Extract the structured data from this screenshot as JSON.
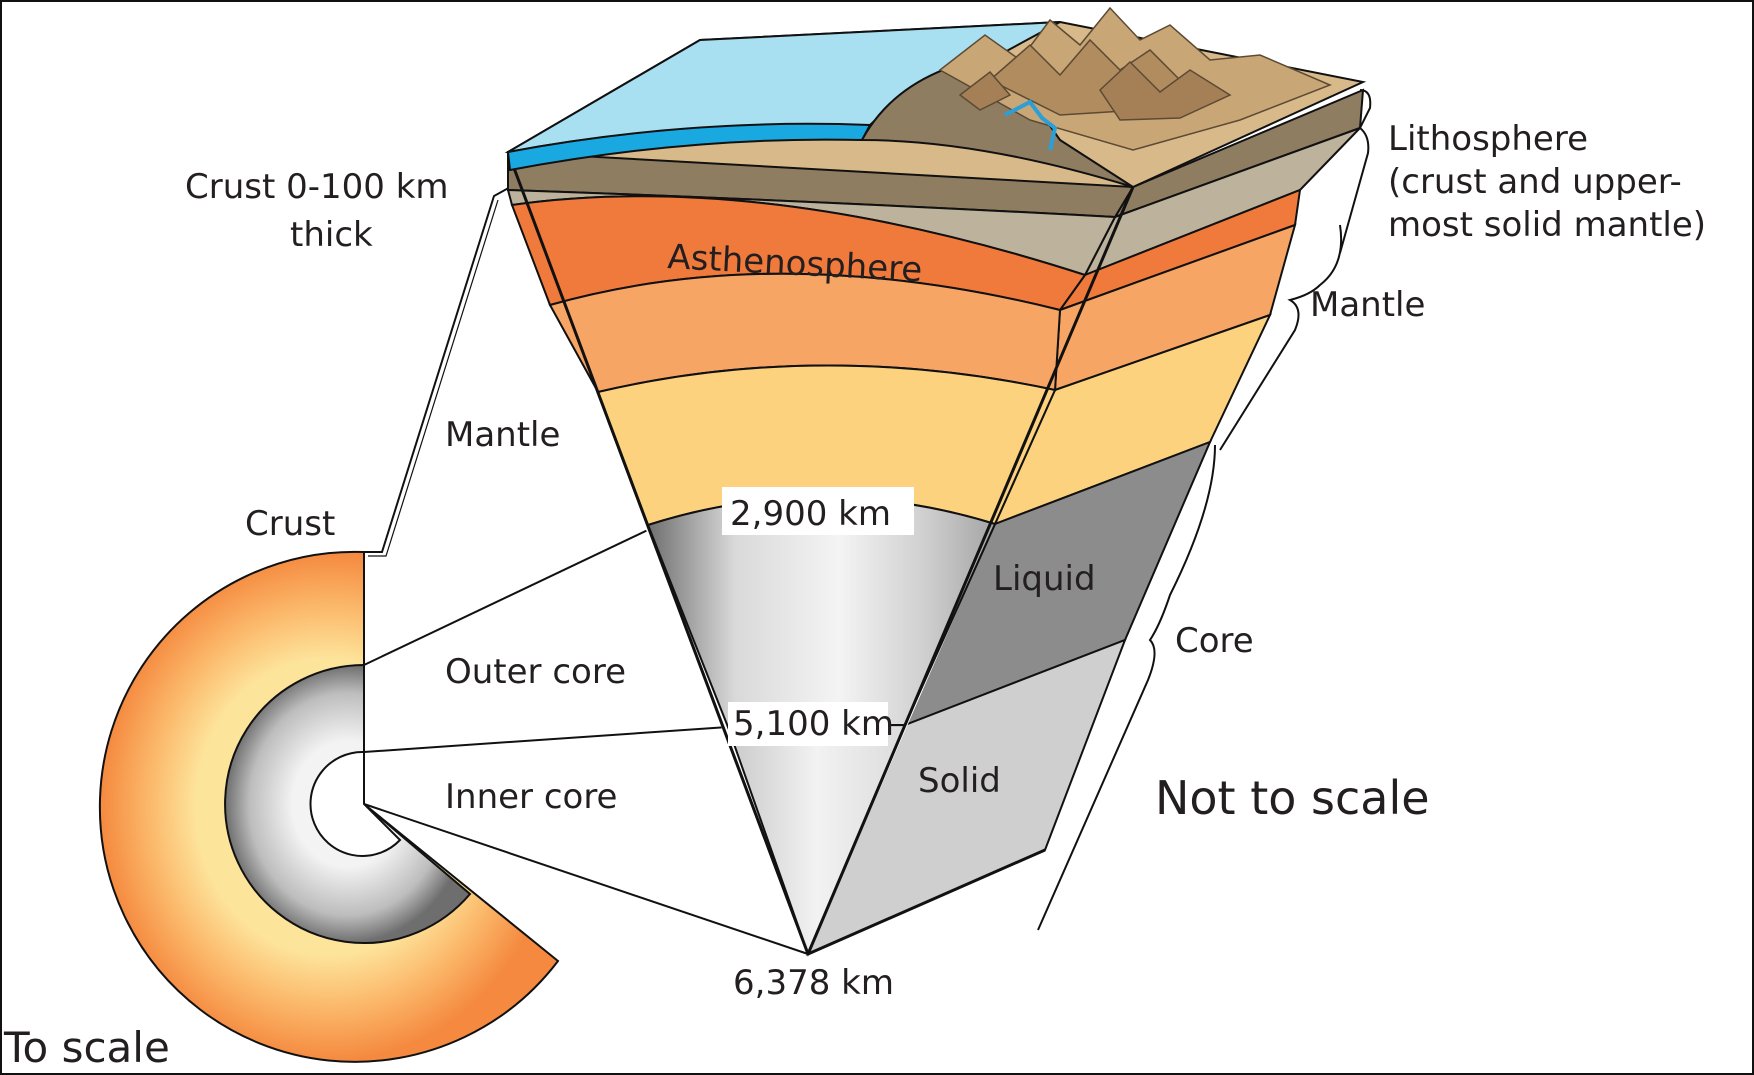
{
  "labels": {
    "crust_thickness_line1": "Crust 0-100 km",
    "crust_thickness_line2": "thick",
    "lithosphere_line1": "Lithosphere",
    "lithosphere_line2": "(crust and upper-",
    "lithosphere_line3": "most solid mantle)",
    "asthenosphere": "Asthenosphere",
    "mantle_right": "Mantle",
    "mantle_left": "Mantle",
    "crust_left": "Crust",
    "depth_2900": "2,900 km",
    "liquid": "Liquid",
    "core": "Core",
    "outer_core": "Outer core",
    "depth_5100": "5,100 km",
    "inner_core": "Inner core",
    "solid": "Solid",
    "not_to_scale": "Not to scale",
    "depth_6378": "6,378 km",
    "to_scale": "To scale"
  },
  "colors": {
    "ocean": "#a8e0f2",
    "ocean_edge": "#1aa8e0",
    "crust_brown": "#8f7d62",
    "land_tan": "#d8b98a",
    "lithosphere_gray": "#bdb29b",
    "asthenosphere": "#f07a3c",
    "upper_mantle": "#f7a565",
    "lower_mantle": "#fcd27e",
    "outer_core": "#9a9a9a",
    "inner_core": "#e8e8e8",
    "river": "#2a9fd8"
  }
}
